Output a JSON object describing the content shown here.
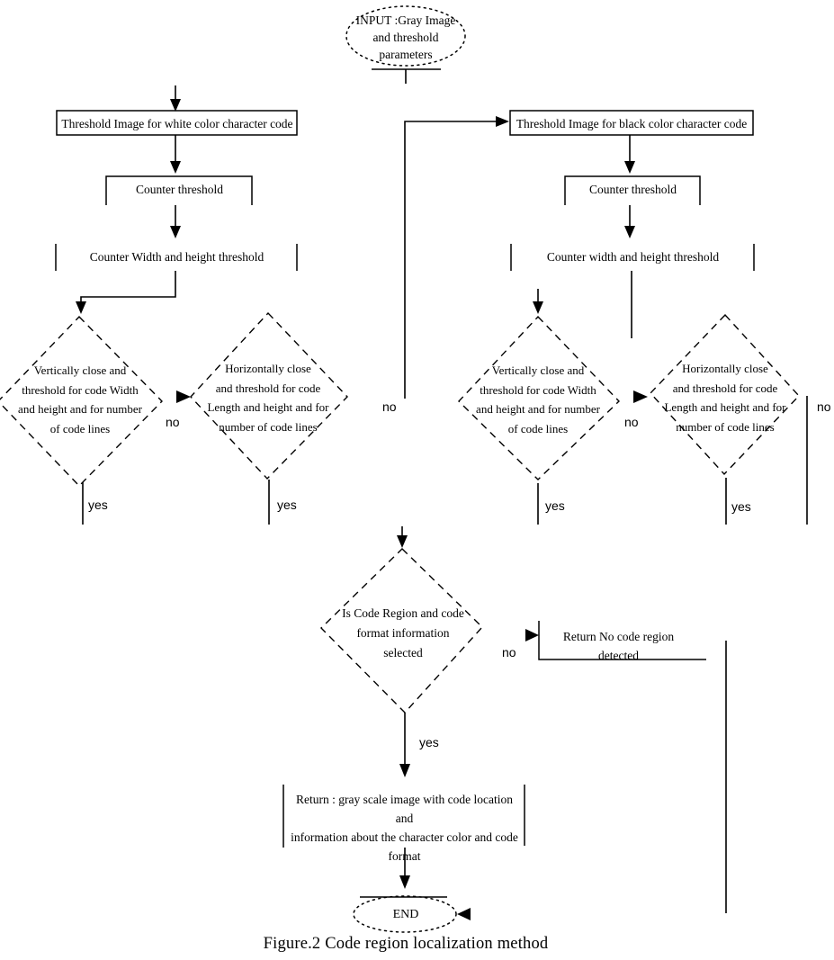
{
  "caption": "Figure.2 Code region localization method",
  "nodes": {
    "input": "INPUT :Gray Image\nand threshold\nparameters",
    "threshold_white": "Threshold Image for white color character code",
    "threshold_black": "Threshold Image for black color character code",
    "counter_threshold": "Counter threshold",
    "counter_wh_left": "Counter Width and height threshold",
    "counter_wh_right": "Counter width and height threshold",
    "vertically_close": "Vertically close and\nthreshold for code Width\nand height and for number\nof code lines",
    "horizontally_close": "Horizontally close\nand threshold for code\nLength and height and for\nnumber of code lines",
    "is_code_region": "Is Code Region and code\nformat information\nselected",
    "return_no_code": "Return No code region\ndetected",
    "return_gray": "Return : gray scale image with code location and\ninformation about the character color and code\nformat",
    "end": "END"
  },
  "labels": {
    "yes": "yes",
    "no": "no"
  },
  "colors": {
    "line": "#000000",
    "text": "#000000",
    "background": "#ffffff"
  }
}
